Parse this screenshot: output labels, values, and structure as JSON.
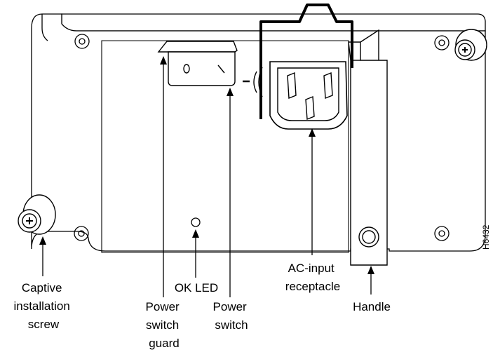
{
  "figure_id": "H6432",
  "callouts": {
    "captive_screw": [
      "Captive",
      "installation",
      "screw"
    ],
    "ok_led": [
      "OK LED"
    ],
    "switch_guard": [
      "Power",
      "switch",
      "guard"
    ],
    "power_switch": [
      "Power",
      "switch"
    ],
    "ac_input": [
      "AC-input",
      "receptacle"
    ],
    "handle": [
      "Handle"
    ]
  },
  "colors": {
    "line": "#000000",
    "fill": "#ffffff"
  }
}
